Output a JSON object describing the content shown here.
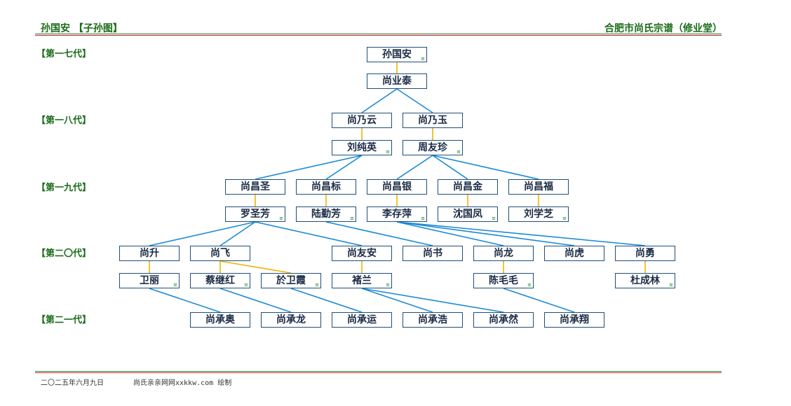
{
  "header": {
    "left_title": "孙国安 【子孙图】",
    "right_title": "合肥市尚氏宗谱（修业堂）"
  },
  "generations": [
    "【第一七代】",
    "【第一八代】",
    "【第一九代】",
    "【第二〇代】",
    "【第二一代】"
  ],
  "nodes": {
    "sunguoan": "孙国安",
    "shangyetai": "尚业泰",
    "shangnaiyun": "尚乃云",
    "shangnaiyu": "尚乃玉",
    "liuchunying": "刘纯英",
    "zhouyouzhen": "周友珍",
    "shangchangsheng": "尚昌圣",
    "shangchangbiao": "尚昌标",
    "shangchangyin": "尚昌银",
    "shangchangjin": "尚昌金",
    "shangchangfu": "尚昌福",
    "luoshengfang": "罗圣芳",
    "luqinfang": "陆勤芳",
    "licunping": "李存萍",
    "shenguofeng": "沈国凤",
    "liuxuezhi": "刘学芝",
    "shangsheng": "尚升",
    "shangfei": "尚飞",
    "shangyouan": "尚友安",
    "shangshu": "尚书",
    "shanglong": "尚龙",
    "shanghu": "尚虎",
    "shangyong": "尚勇",
    "weili": "卫丽",
    "caijihong": "蔡继红",
    "yuweixia": "於卫霞",
    "zhulan": "褚兰",
    "chenmaomao": "陈毛毛",
    "duchenglin": "杜成林",
    "shangchengao": "尚承奥",
    "shangchenglong": "尚承龙",
    "shangchengyun": "尚承运",
    "shangchenghao": "尚承浩",
    "shangchengran": "尚承然",
    "shangchengxiang": "尚承翔"
  },
  "footer": {
    "date": "二〇二五年六月九日",
    "credit": "尚氏亲亲网网xxkkw.com 绘制"
  },
  "colors": {
    "title_green": "#1a6b1a",
    "node_border": "#1f4e79",
    "parent_child_line": "#1a8ad8",
    "spouse_line": "#f0b400"
  }
}
